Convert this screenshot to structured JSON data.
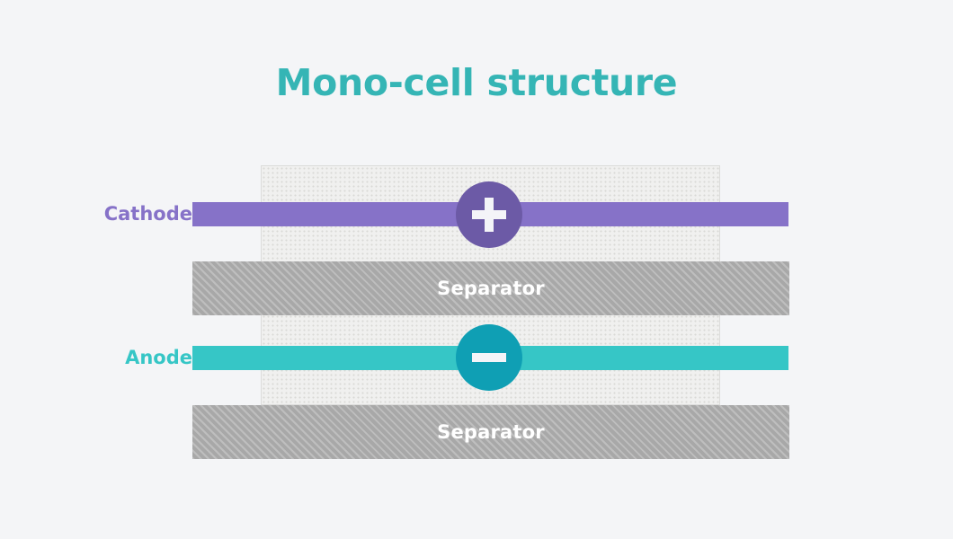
{
  "diagram": {
    "title": "Mono-cell structure",
    "title_color": "#35b5b5",
    "background_color": "#f4f5f7",
    "layers": [
      {
        "name": "separator-top",
        "label": "Separator",
        "kind": "separator",
        "color": "#a8a8a8",
        "pattern": "diagonal-hatch"
      },
      {
        "name": "cathode",
        "label": "Cathode",
        "kind": "electrode",
        "color": "#8672c8",
        "polarity": "+",
        "badge_color": "#6c5aa6"
      },
      {
        "name": "anode",
        "label": "Anode",
        "kind": "electrode",
        "color": "#36c6c6",
        "polarity": "–",
        "badge_color": "#0f9fb4"
      },
      {
        "name": "separator-bottom",
        "label": "Separator",
        "kind": "separator",
        "color": "#a8a8a8",
        "pattern": "diagonal-hatch"
      }
    ],
    "electrolyte_panel": {
      "name": "electrolyte-panel",
      "fill": "#f0f0ef",
      "dot_color": "#d9d9d6",
      "border_color": "#dcdcda"
    },
    "labels": {
      "cathode": "Cathode",
      "anode": "Anode",
      "separator_top": "Separator",
      "separator_bottom": "Separator"
    },
    "icons": {
      "plus": "plus-icon",
      "minus": "minus-icon"
    }
  }
}
